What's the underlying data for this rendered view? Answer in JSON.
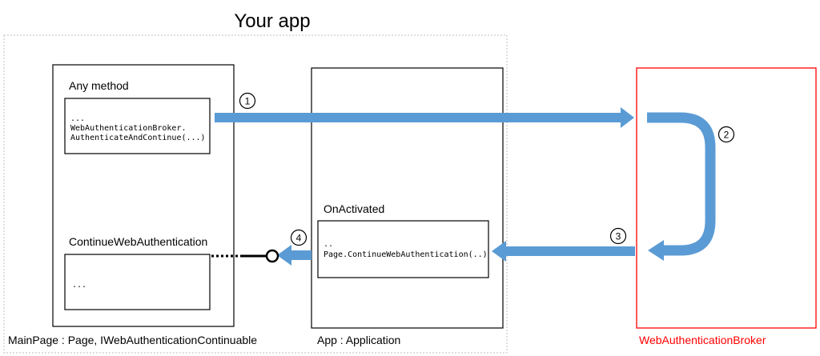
{
  "title": "Your app",
  "main_page": {
    "class_label": "MainPage : Page, IWebAuthenticationContinuable",
    "any_method": {
      "heading": "Any method",
      "code_lines": [
        "...",
        "WebAuthenticationBroker.",
        "AuthenticateAndContinue(...)"
      ]
    },
    "continue_method": {
      "heading": "ContinueWebAuthentication",
      "code_lines": [
        "..."
      ]
    }
  },
  "app": {
    "class_label": "App : Application",
    "on_activated": {
      "heading": "OnActivated",
      "code_lines": [
        "..",
        "Page.ContinueWebAuthentication(..)"
      ]
    }
  },
  "broker": {
    "label": "WebAuthenticationBroker",
    "color": "#ff0000"
  },
  "steps": [
    "1",
    "2",
    "3",
    "4"
  ],
  "colors": {
    "arrow": "#5b9bd5",
    "frame": "#bfbfbf",
    "box": "#000000"
  }
}
